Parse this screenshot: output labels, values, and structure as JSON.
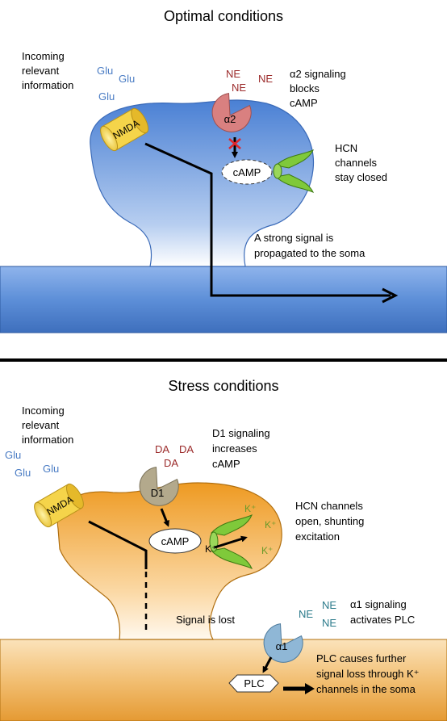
{
  "panel_top": {
    "title": "Optimal conditions",
    "incoming": [
      "Incoming",
      "relevant",
      "information"
    ],
    "glu": [
      "Glu",
      "Glu",
      "Glu"
    ],
    "ne": [
      "NE",
      "NE",
      "NE"
    ],
    "receptor_label": "α2",
    "nmda_label": "NMDA",
    "camp_label": "cAMP",
    "alpha2_note": [
      "α2 signaling",
      "blocks",
      "cAMP"
    ],
    "hcn_note": [
      "HCN",
      "channels",
      "stay closed"
    ],
    "signal_note": [
      "A strong signal is",
      "propagated to the soma"
    ]
  },
  "panel_bottom": {
    "title": "Stress conditions",
    "incoming": [
      "Incoming",
      "relevant",
      "information"
    ],
    "glu": [
      "Glu",
      "Glu",
      "Glu"
    ],
    "da": [
      "DA",
      "DA",
      "DA"
    ],
    "d1_label": "D1",
    "d1_note": [
      "D1 signaling",
      "increases",
      "cAMP"
    ],
    "nmda_label": "NMDA",
    "camp_label": "cAMP",
    "k_ions": [
      "K⁺",
      "K⁺",
      "K⁺",
      "K⁺"
    ],
    "hcn_note": [
      "HCN channels",
      "open, shunting",
      "excitation"
    ],
    "signal_lost": "Signal is lost",
    "ne": [
      "NE",
      "NE",
      "NE"
    ],
    "alpha1_label": "α1",
    "alpha1_note": [
      "α1 signaling",
      "activates PLC"
    ],
    "plc_label": "PLC",
    "plc_note": [
      "PLC causes further",
      "signal loss through K⁺",
      "channels in the soma"
    ]
  },
  "colors": {
    "glu": "#4a7cc4",
    "ne": "#9b2a2a",
    "da": "#9b2a2a",
    "k_ion": "#6a9a2a",
    "alpha2": "#d98080",
    "d1": "#b3a98c",
    "alpha1": "#8fb7d6",
    "hcn": "#7fc93a",
    "nmda": "#f5d44a",
    "blue_spine": "#5d8fd8",
    "orange_spine": "#f0a030",
    "block_x": "#e0262a"
  }
}
